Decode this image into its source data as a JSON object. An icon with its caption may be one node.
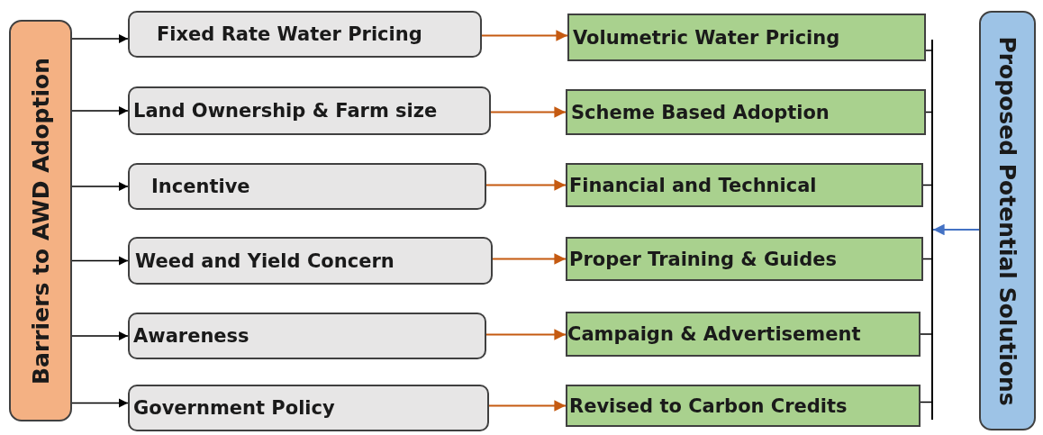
{
  "diagram": {
    "nodes": [
      {
        "text": [
          "Barriers to AWD Adoption"
        ]
      },
      {
        "text": [
          "Fixed Rate Water Pricing"
        ]
      },
      {
        "text": [
          "Land Ownership & Farm size"
        ]
      },
      {
        "text": [
          "Incentive"
        ]
      },
      {
        "text": [
          "Weed and Yield Concern"
        ]
      },
      {
        "text": [
          "Awareness"
        ]
      },
      {
        "text": [
          "Government Policy"
        ]
      },
      {
        "text": [
          "Volumetric Water Pricing"
        ]
      },
      {
        "text": [
          "Scheme Based Adoption"
        ]
      },
      {
        "text": [
          "Financial and Technical"
        ]
      },
      {
        "text": [
          "Proper Training & Guides"
        ]
      },
      {
        "text": [
          "Campaign & Advertisement"
        ]
      },
      {
        "text": [
          "Revised to Carbon Credits"
        ]
      },
      {
        "text": [
          "Proposed Potential Solutions"
        ]
      },
      {
        "text": [],
        "shape": "bar"
      }
    ],
    "edges": [
      {
        "from": 0,
        "to": 1,
        "arrow": "to"
      },
      {
        "from": 0,
        "to": 2,
        "arrow": "to"
      },
      {
        "from": 0,
        "to": 3,
        "arrow": "to"
      },
      {
        "from": 0,
        "to": 4,
        "arrow": "to"
      },
      {
        "from": 0,
        "to": 5,
        "arrow": "to"
      },
      {
        "from": 0,
        "to": 6,
        "arrow": "to"
      },
      {
        "from": 1,
        "to": 7,
        "arrow": "to",
        "color": "#c55a11"
      },
      {
        "from": 2,
        "to": 8,
        "arrow": "to",
        "color": "#c55a11"
      },
      {
        "from": 3,
        "to": 9,
        "arrow": "to",
        "color": "#c55a11"
      },
      {
        "from": 4,
        "to": 10,
        "arrow": "to",
        "color": "#c55a11"
      },
      {
        "from": 5,
        "to": 11,
        "arrow": "to",
        "color": "#c55a11"
      },
      {
        "from": 6,
        "to": 12,
        "arrow": "to",
        "color": "#c55a11"
      },
      {
        "from": 13,
        "to": 14,
        "arrow": "to",
        "color": "#4472c4"
      },
      {
        "from": 14,
        "to": 7,
        "arrow": "none"
      },
      {
        "from": 14,
        "to": 8,
        "arrow": "none"
      },
      {
        "from": 14,
        "to": 9,
        "arrow": "none"
      },
      {
        "from": 14,
        "to": 10,
        "arrow": "none"
      },
      {
        "from": 14,
        "to": 11,
        "arrow": "none"
      },
      {
        "from": 14,
        "to": 12,
        "arrow": "none"
      }
    ]
  }
}
